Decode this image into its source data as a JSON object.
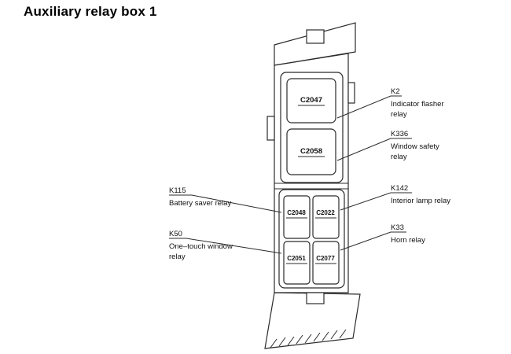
{
  "page": {
    "title": "Auxiliary relay box 1"
  },
  "relay_slots": [
    {
      "id": "C2047"
    },
    {
      "id": "C2058"
    },
    {
      "id": "C2048"
    },
    {
      "id": "C2022"
    },
    {
      "id": "C2051"
    },
    {
      "id": "C2077"
    }
  ],
  "callouts": [
    {
      "code": "K2",
      "line1": "Indicator flasher",
      "line2": "relay"
    },
    {
      "code": "K336",
      "line1": "Window safety",
      "line2": "relay"
    },
    {
      "code": "K142",
      "line1": "Interior lamp relay"
    },
    {
      "code": "K33",
      "line1": "Horn relay"
    },
    {
      "code": "K115",
      "line1": "Battery saver relay"
    },
    {
      "code": "K50",
      "line1": "One–touch window",
      "line2": "relay"
    }
  ],
  "colors": {
    "line": "#2b2b2b",
    "text": "#111111",
    "background": "#ffffff"
  }
}
